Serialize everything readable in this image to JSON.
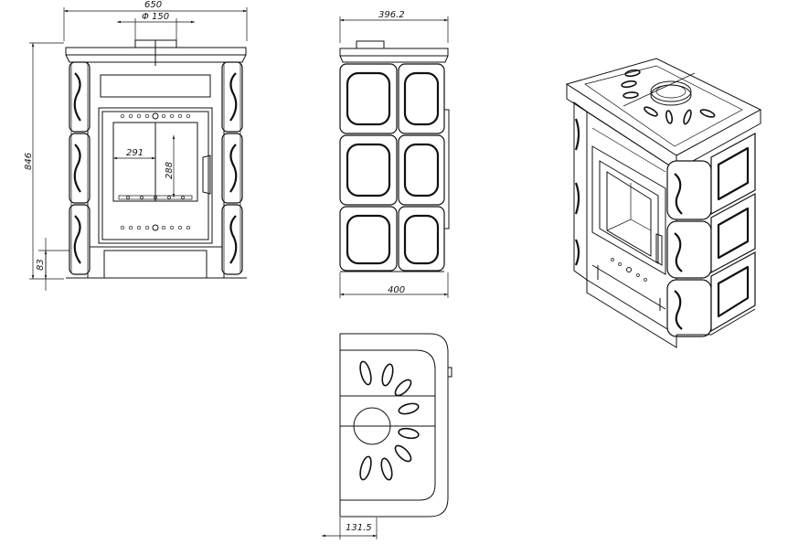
{
  "dimensions": {
    "front_width": "650",
    "flue_diameter": "Φ 150",
    "height": "846",
    "base_height": "83",
    "firebox_width": "291",
    "firebox_height": "288",
    "side_depth_top": "396.2",
    "side_depth_bottom": "400",
    "top_flue_offset": "131.5"
  }
}
